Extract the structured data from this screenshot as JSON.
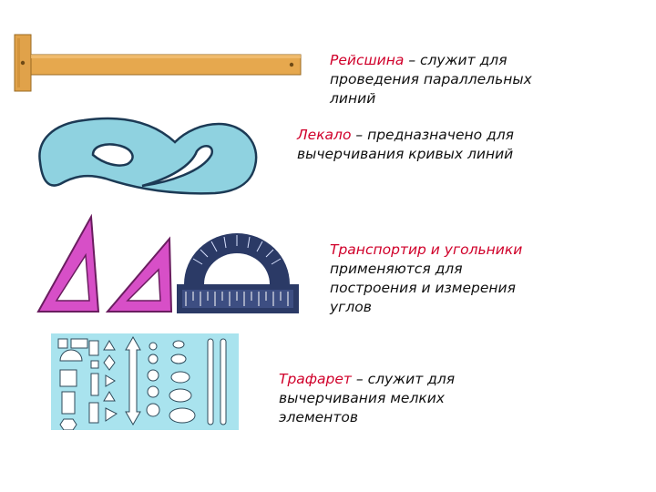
{
  "items": [
    {
      "term": "Рейсшина",
      "lines": [
        "– служит для",
        "проведения параллельных",
        "линий"
      ]
    },
    {
      "term": "Лекало",
      "lines": [
        "– предназначено для",
        "вычерчивания кривых линий"
      ]
    },
    {
      "term": "Транспортир и угольники",
      "lines": [
        "применяются для",
        "построения и измерения",
        "углов"
      ]
    },
    {
      "term": "Трафарет",
      "lines": [
        "– служит для",
        "вычерчивания мелких",
        "элементов"
      ]
    }
  ],
  "colors": {
    "term": "#d0002a",
    "text": "#111111",
    "wood": "#e0a24a",
    "curve": "#8fd2e0",
    "triangle": "#d74fc7",
    "protractor": "#2b3a66",
    "stencil": "#a9e3ee"
  },
  "icons": [
    "t-square-icon",
    "french-curve-icon",
    "set-square-icon",
    "protractor-icon",
    "stencil-icon"
  ]
}
